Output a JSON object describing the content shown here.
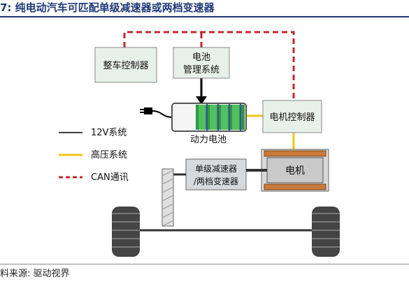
{
  "title": "7: 纯电动汽车可匹配单级减速器或两档变速器",
  "source": "料来源: 驱动视界",
  "nodes": {
    "vehicle_controller": "整车控制器",
    "bms_line1": "电池",
    "bms_line2": "管理系统",
    "power_battery": "动力电池",
    "motor_controller": "电机控制器",
    "motor": "电机",
    "reducer_line1": "单级减速器",
    "reducer_line2": "/两档变速器"
  },
  "legend": [
    {
      "label": "12V系统",
      "style": "solid",
      "color": "#000000"
    },
    {
      "label": "高压系统",
      "style": "solid",
      "color": "#f0c419"
    },
    {
      "label": "CAN通讯",
      "style": "dashed",
      "color": "#c0282e"
    }
  ],
  "colors": {
    "title": "#1f3a78",
    "can": "#c0282e",
    "high_voltage": "#f0c419",
    "box_fill": "#e8f0ea",
    "battery_green": "#2e9a3a",
    "motor_copper": "#c87a3a"
  }
}
